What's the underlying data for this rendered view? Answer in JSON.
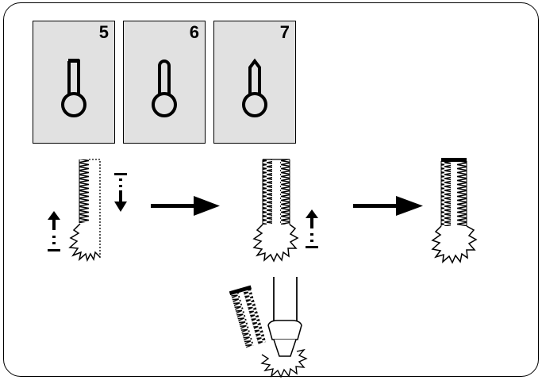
{
  "patterns": [
    {
      "number": "5",
      "shape": "square-end-keyhole"
    },
    {
      "number": "6",
      "shape": "round-end-keyhole"
    },
    {
      "number": "7",
      "shape": "pointed-end-keyhole"
    }
  ],
  "colors": {
    "card_bg": "#e1e1e1",
    "ink": "#000000",
    "frame": "#000000"
  }
}
